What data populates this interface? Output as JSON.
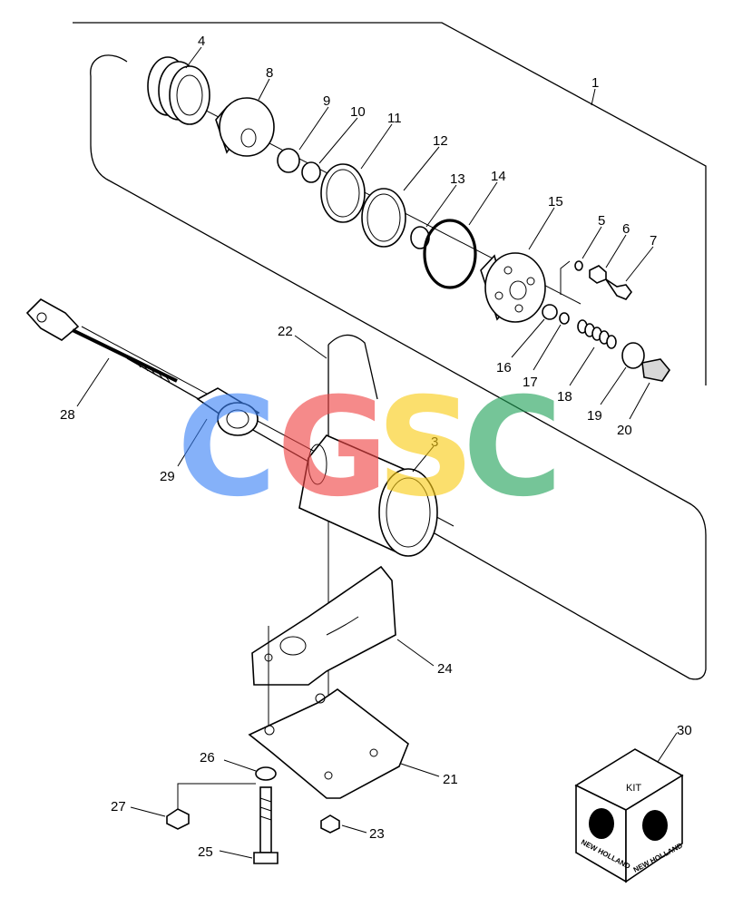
{
  "callouts": [
    "1",
    "3",
    "4",
    "5",
    "6",
    "7",
    "8",
    "9",
    "10",
    "11",
    "12",
    "13",
    "14",
    "15",
    "16",
    "17",
    "18",
    "19",
    "20",
    "21",
    "22",
    "23",
    "24",
    "25",
    "26",
    "27",
    "28",
    "29",
    "30"
  ],
  "kit": {
    "label": "KIT",
    "brand": "NEW HOLLAND"
  },
  "watermark": {
    "letters": [
      "C",
      "G",
      "S",
      "C"
    ],
    "colors": [
      "#3b82f6",
      "#ef4444",
      "#facc15",
      "#22a35a"
    ]
  }
}
